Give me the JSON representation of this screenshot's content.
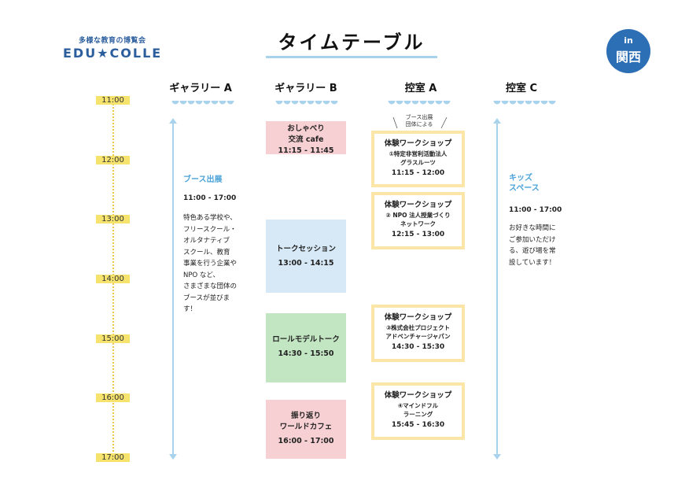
{
  "logo": {
    "tagline": "多様な教育の博覧会",
    "name": "EDU★COLLE"
  },
  "title": "タイムテーブル",
  "badge": {
    "line1": "in",
    "line2": "関西"
  },
  "columns": [
    "ギャラリー A",
    "ギャラリー B",
    "控室 A",
    "控室 C"
  ],
  "times": [
    "11:00",
    "12:00",
    "13:00",
    "14:00",
    "15:00",
    "16:00",
    "17:00"
  ],
  "gallery_a": {
    "title": "ブース出展",
    "time": "11:00 - 17:00",
    "body": [
      "特色ある学校や、",
      "フリースクール・",
      "オルタナティブ",
      "スクール、教育",
      "事業を行う企業や",
      "NPO など、",
      "さまざまな団体の",
      "ブースが並びま",
      "す！"
    ]
  },
  "gallery_b": [
    {
      "lines": [
        "おしゃべり",
        "交流 cafe"
      ],
      "time": "11:15 - 11:45",
      "color": "#f7d0d3"
    },
    {
      "lines": [
        "トークセッション"
      ],
      "time": "13:00 - 14:15",
      "color": "#d7e9f6"
    },
    {
      "lines": [
        "ロールモデルトーク"
      ],
      "time": "14:30 - 15:50",
      "color": "#c2e5c2"
    },
    {
      "lines": [
        "振り返り",
        "ワールドカフェ"
      ],
      "time": "16:00 - 17:00",
      "color": "#f7d0d3"
    }
  ],
  "room_a_note": [
    "ブース出展",
    "団体による"
  ],
  "room_a": [
    {
      "heading": "体験ワークショップ",
      "sub": [
        "①特定非営利活動法人",
        "グラスルーツ"
      ],
      "time": "11:15 - 12:00"
    },
    {
      "heading": "体験ワークショップ",
      "sub": [
        "② NPO 法人授業づくり",
        "ネットワーク"
      ],
      "time": "12:15 - 13:00"
    },
    {
      "heading": "体験ワークショップ",
      "sub": [
        "③株式会社プロジェクト",
        "アドベンチャージャパン"
      ],
      "time": "14:30 - 15:30"
    },
    {
      "heading": "体験ワークショップ",
      "sub": [
        "④マインドフル",
        "ラーニング"
      ],
      "time": "15:45 - 16:30"
    }
  ],
  "room_c": {
    "title": [
      "キッズ",
      "スペース"
    ],
    "time": "11:00 - 17:00",
    "body": [
      "お好きな時間に",
      "ご参加いただけ",
      "る、遊び場を常",
      "設しています！"
    ]
  },
  "colors": {
    "accent_blue": "#a9d3ec",
    "time_yellow": "#f6e36d",
    "badge_blue": "#2d6fb5",
    "logo_blue": "#2c5e9e"
  }
}
